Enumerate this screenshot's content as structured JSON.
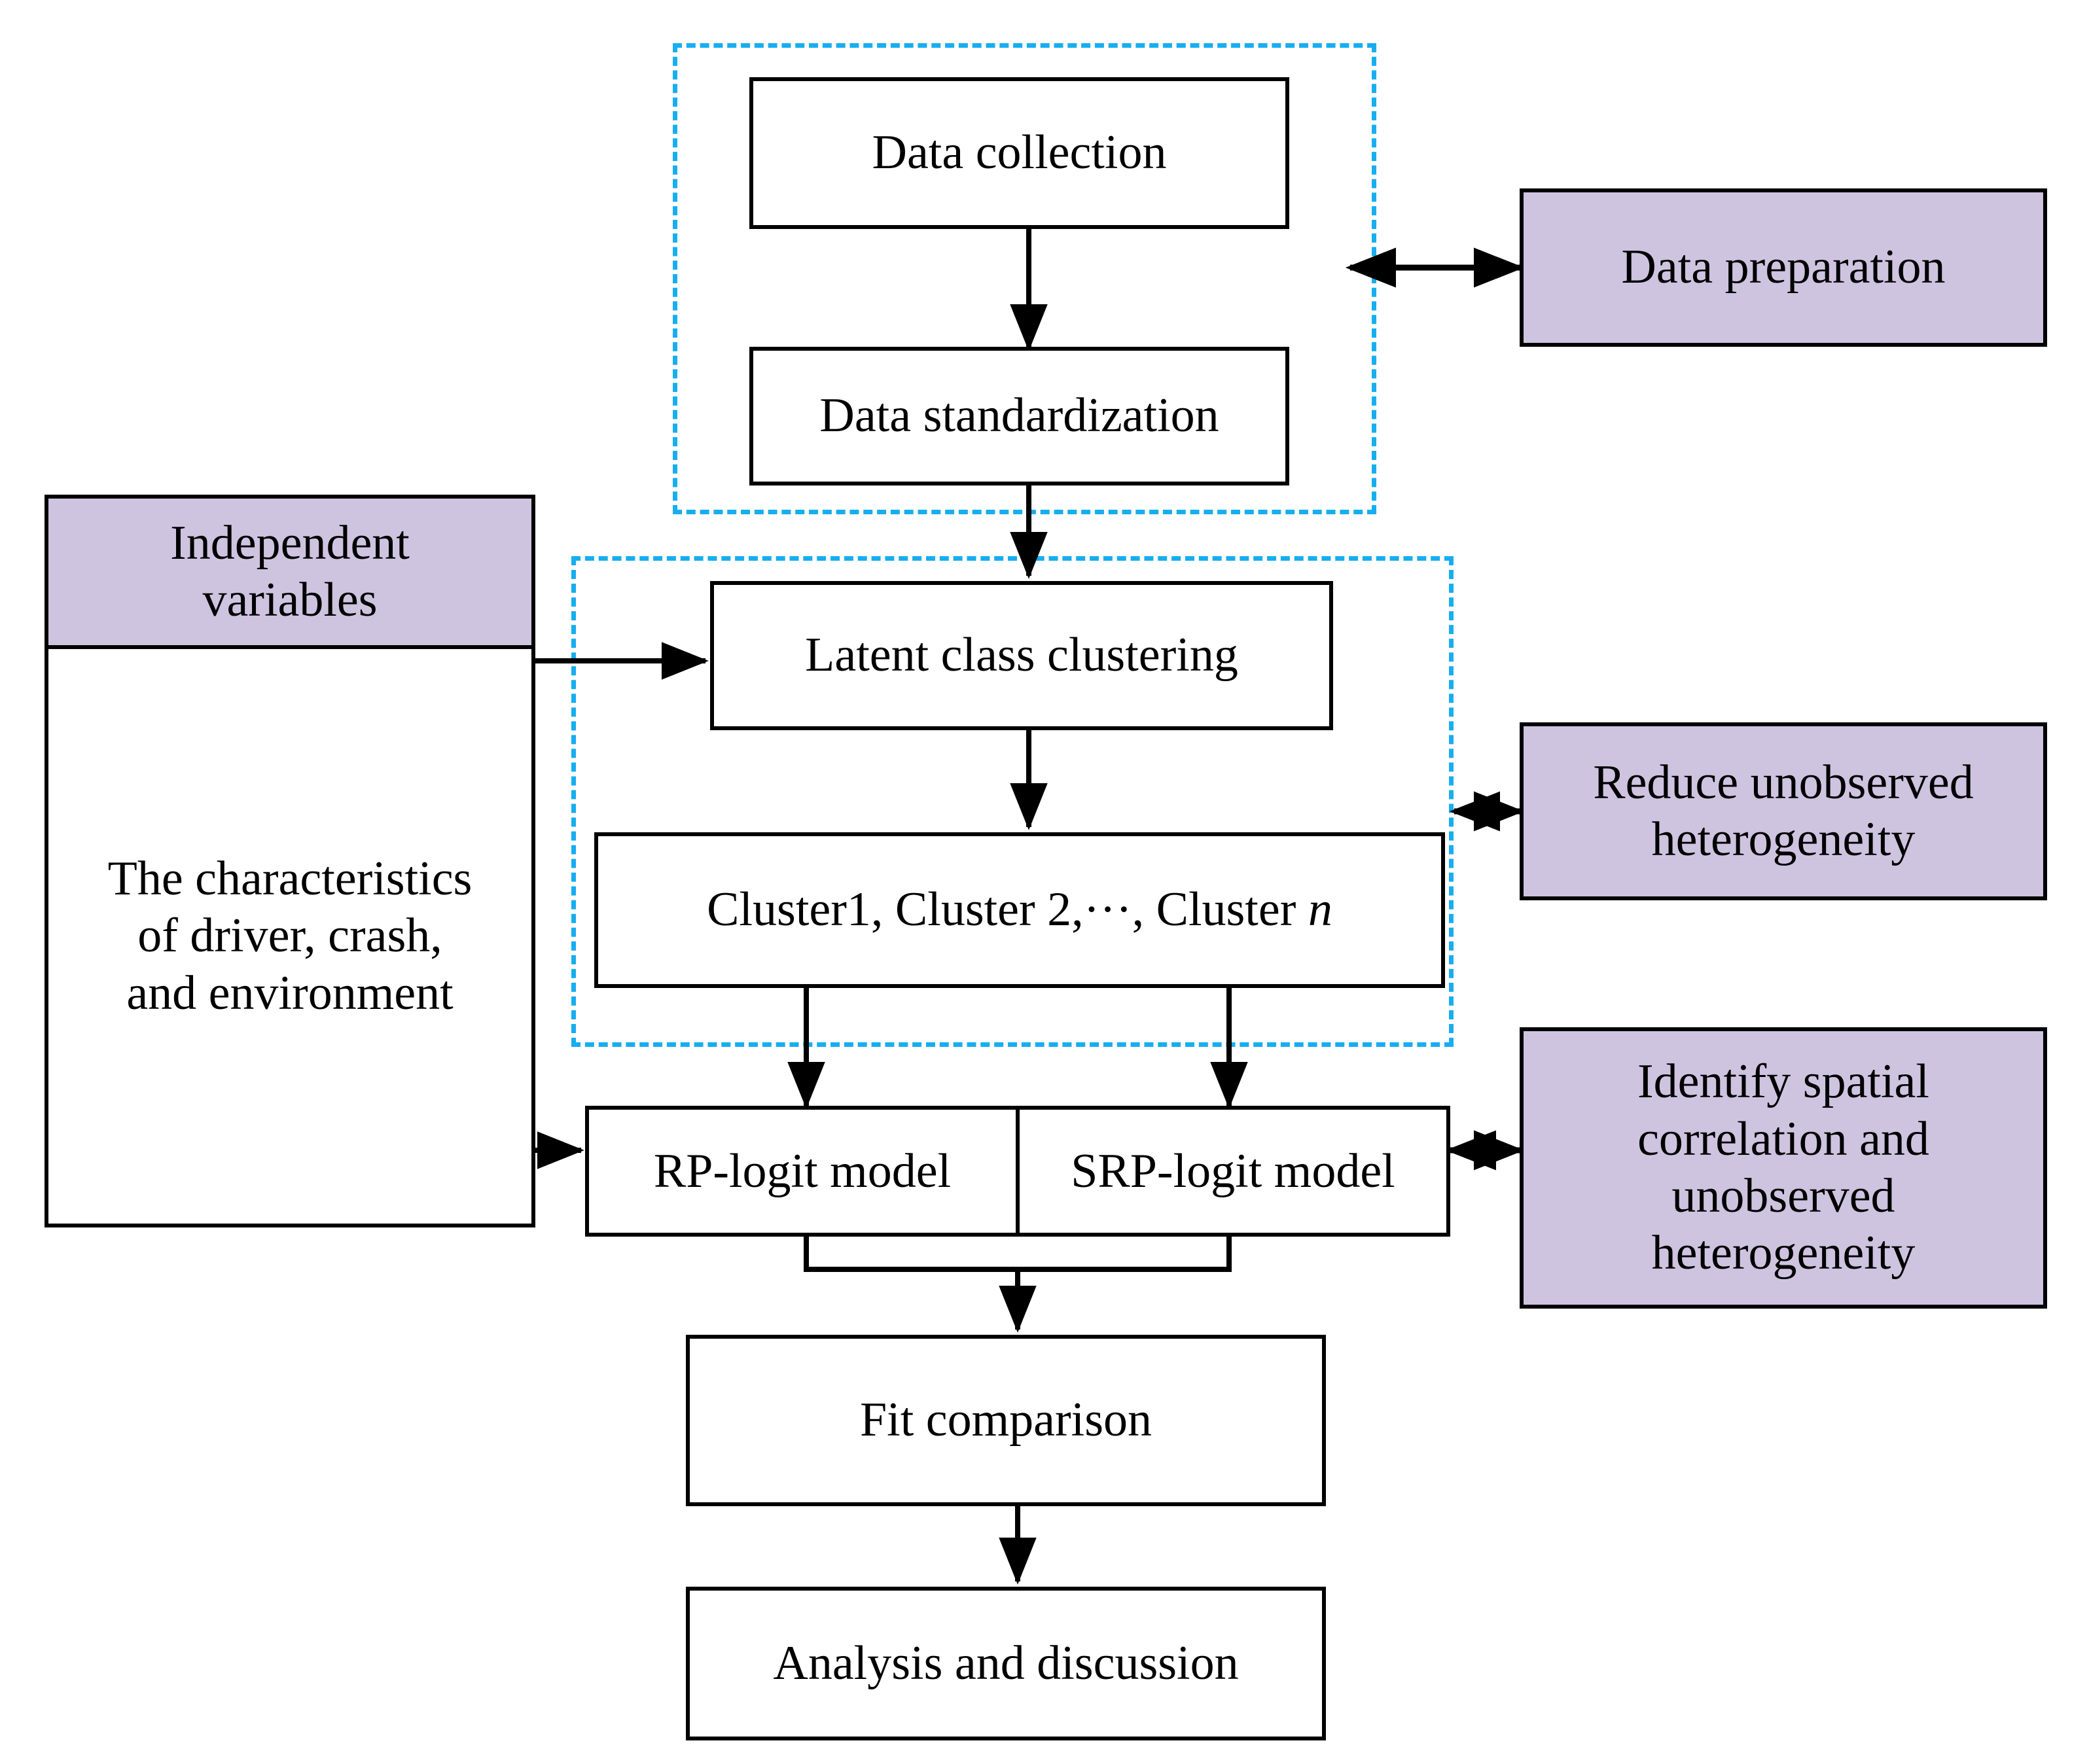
{
  "diagram": {
    "title": "Latent class clustering and logit modelling research framework",
    "colors": {
      "accent_purple": "#cec4e0",
      "dashed_cyan": "#17aeef",
      "stroke_black": "#000000",
      "box_fill_white": "#ffffff"
    },
    "dashed_regions": [
      {
        "name": "data-preparation-region",
        "label": ""
      },
      {
        "name": "clustering-region",
        "label": ""
      }
    ],
    "nodes": {
      "data_collection": "Data collection",
      "data_standardization": "Data standardization",
      "data_preparation": "Data preparation",
      "independent_variables": "Independent\nvariables",
      "characteristics": "The characteristics\nof driver, crash,\nand environment",
      "latent_class_clustering": "Latent class clustering",
      "clusters_prefix": "Cluster1, Cluster 2,···, Cluster ",
      "clusters_italic_n": "n",
      "reduce_unobserved_heterogeneity": "Reduce unobserved\nheterogeneity",
      "rp_logit_model": "RP-logit model",
      "srp_logit_model": "SRP-logit model",
      "identify_spatial": "Identify spatial\ncorrelation and\nunobserved\nheterogeneity",
      "fit_comparison": "Fit comparison",
      "analysis_and_discussion": "Analysis and discussion"
    },
    "connectors": [
      {
        "name": "collection-to-standardization",
        "type": "arrow-down"
      },
      {
        "name": "standardization-to-clustering",
        "type": "arrow-down"
      },
      {
        "name": "prep-region-to-data-preparation",
        "type": "double-arrow"
      },
      {
        "name": "independent-to-clustering",
        "type": "arrow-right"
      },
      {
        "name": "independent-to-models",
        "type": "arrow-right"
      },
      {
        "name": "clustering-to-clusters",
        "type": "arrow-down"
      },
      {
        "name": "cluster-region-to-reduce-heterogeneity",
        "type": "double-arrow"
      },
      {
        "name": "clusters-to-rp-logit",
        "type": "arrow-down"
      },
      {
        "name": "clusters-to-srp-logit",
        "type": "arrow-down"
      },
      {
        "name": "models-to-identify-spatial",
        "type": "double-arrow"
      },
      {
        "name": "models-to-fit-comparison",
        "type": "arrow-down"
      },
      {
        "name": "fit-to-analysis",
        "type": "arrow-down"
      }
    ]
  }
}
